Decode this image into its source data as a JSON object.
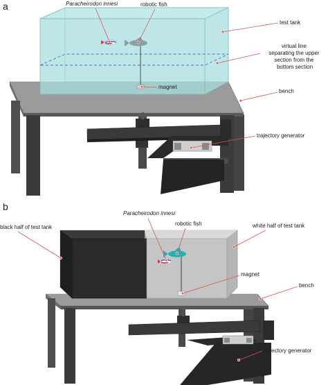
{
  "panels": [
    {
      "letter": "a",
      "labels": {
        "species": "Paracheirodon innesi",
        "robotic_fish": "robotic fish",
        "test_tank": "test tank",
        "virtual_line": [
          "virtual line",
          "separating the upper",
          "section from the",
          "bottom section"
        ],
        "magnet": "magnet",
        "bench": "bench",
        "trajectory_generator": "trajectory generator"
      }
    },
    {
      "letter": "b",
      "labels": {
        "species": "Paracheirodon innesi",
        "robotic_fish": "robotic fish",
        "black_half": "black half of test tank",
        "white_half": "white half of test tank",
        "magnet": "magnet",
        "bench": "bench",
        "trajectory_generator": "trajectory generator"
      }
    }
  ],
  "colors": {
    "tank_fill": "#a9dede",
    "tank_edge": "#7fbcbc",
    "virtual_line": "#3a78c9",
    "bench_top": "#9a9a9a",
    "bench_dark": "#3b3b3b",
    "black_half": "#2a2a2a",
    "white_half": "#c9c9c9",
    "robot_fish_a": "#8d9ea6",
    "robot_fish_b": "#2bb0b0",
    "live_fish_red": "#e0323a",
    "live_fish_blue": "#2a6fd6",
    "leader": "#d9534f"
  }
}
